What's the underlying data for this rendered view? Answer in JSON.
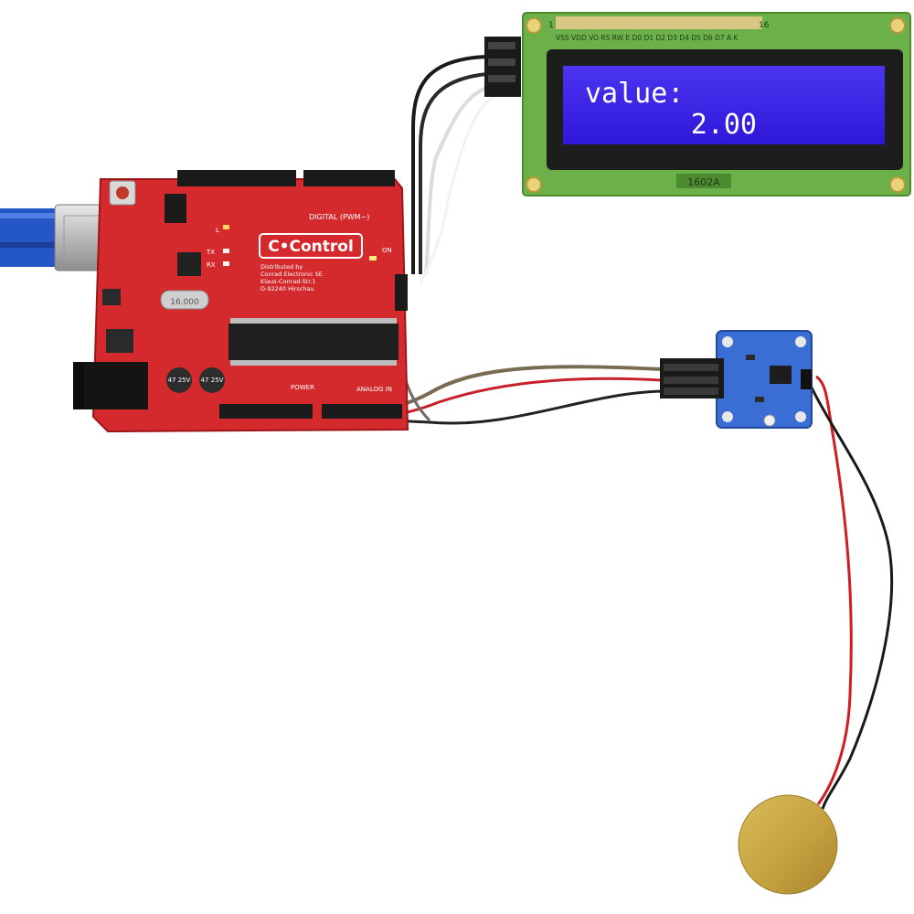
{
  "lcd": {
    "line1": "value:",
    "line2": "2.00",
    "pin_labels": "VSS VDD VO RS RW E D0 D1 D2 D3 D4 D5 D6 D7 A K",
    "pin_number": "16",
    "model": "1602A",
    "pin_number_left": "1"
  },
  "arduino": {
    "brand": "C•Control",
    "distributed_by": "Distributed by",
    "company": "Conrad Electronic SE",
    "address1": "Klaus-Conrad-Str.1",
    "address2": "D-92240 Hirschau",
    "digital_label": "DIGITAL (PWM~)",
    "power_label": "POWER",
    "analog_label": "ANALOG IN",
    "on_label": "ON",
    "crystal": "16.000",
    "cap_label": "47 25V",
    "tx_label": "TX",
    "rx_label": "RX",
    "l_label": "L"
  },
  "colors": {
    "board_red": "#d42a2e",
    "lcd_blue": "#3b22e6",
    "lcd_pcb_green": "#6cb04a",
    "sensor_blue": "#3a6ed4",
    "piezo_brass": "#c9a645",
    "usb_blue": "#2456c8"
  }
}
